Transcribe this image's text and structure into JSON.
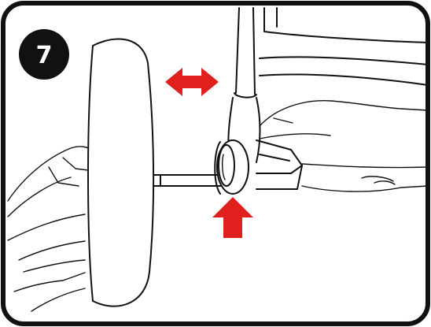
{
  "step": {
    "number": "7"
  },
  "colors": {
    "frame": "#111111",
    "badge": "#111111",
    "badge_text": "#ffffff",
    "arrow": "#e0201c",
    "line_art": "#111111",
    "background": "#ffffff"
  },
  "icons": {
    "horizontal_arrow": "double-headed-horizontal-arrow",
    "vertical_arrow": "up-arrow"
  }
}
